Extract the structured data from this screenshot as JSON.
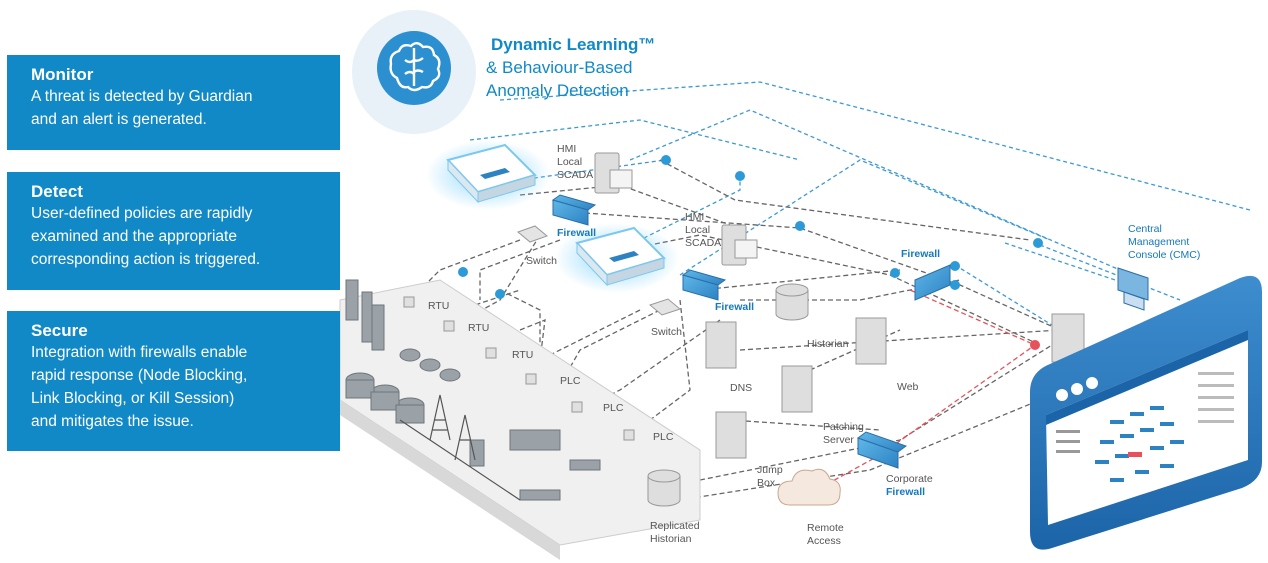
{
  "header": {
    "line1": "Dynamic Learning™",
    "line2": "& Behaviour-Based",
    "line3": "Anomaly Detection"
  },
  "panels": {
    "monitor": {
      "title": "Monitor",
      "lines": [
        "A threat is detected by Guardian",
        "and an alert is generated."
      ]
    },
    "detect": {
      "title": "Detect",
      "lines": [
        "User-defined policies are rapidly",
        "examined and the appropriate",
        "corresponding action is triggered."
      ]
    },
    "secure": {
      "title": "Secure",
      "lines": [
        "Integration with firewalls enable",
        "rapid response (Node Blocking,",
        "Link Blocking, or Kill Session)",
        "and mitigates the issue."
      ]
    }
  },
  "labels": {
    "hmi1": [
      "HMI",
      "Local",
      "SCADA"
    ],
    "hmi2": [
      "HMI",
      "Local",
      "SCADA"
    ],
    "firewall_a": "Firewall",
    "firewall_b": "Firewall",
    "firewall_c": "Firewall",
    "switch1": "Switch",
    "switch2": "Switch",
    "rtu1": "RTU",
    "rtu2": "RTU",
    "rtu3": "RTU",
    "plc1": "PLC",
    "plc2": "PLC",
    "plc3": "PLC",
    "dns": "DNS",
    "historian": "Historian",
    "web": "Web",
    "patching": [
      "Patching",
      "Server"
    ],
    "jumpbox": [
      "Jump",
      "Box"
    ],
    "replicated": [
      "Replicated",
      "Historian"
    ],
    "remote": [
      "Remote",
      "Access"
    ],
    "corporate": "Corporate",
    "corporate_fw": "Firewall",
    "cmc": [
      "Central",
      "Management",
      "Console (CMC)"
    ]
  },
  "colors": {
    "panel": "#1189c6",
    "accent": "#1479bd",
    "alert": "#e8505b",
    "node": "#2d9ad8"
  }
}
